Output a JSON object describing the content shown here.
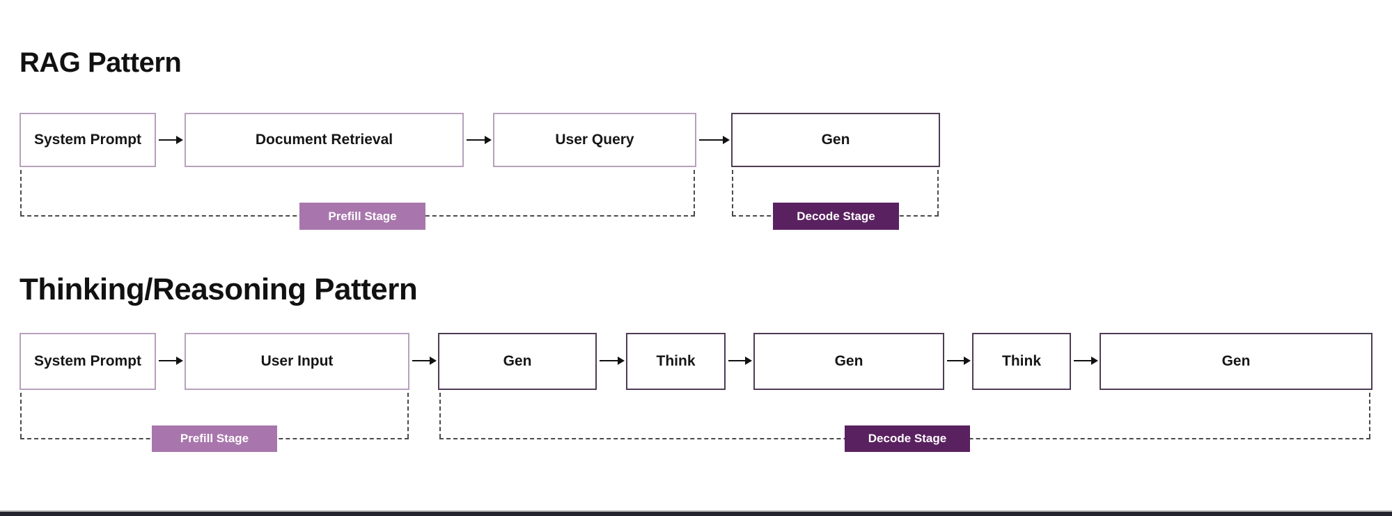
{
  "colors": {
    "page_bg": "#ffffff",
    "box_border_light": "#b7a0bc",
    "box_border_dark": "#4e3c55",
    "prefill_badge": "#a876ac",
    "decode_badge": "#5a2160",
    "badge_text": "#ffffff",
    "dashed_line": "#4a4a4a",
    "arrow": "#111111",
    "title_text": "#111111",
    "bottom_bar": "#23242e",
    "bottom_bar_edge": "#b3b3b3"
  },
  "diagrams": [
    {
      "title": "RAG Pattern",
      "boxes": [
        {
          "label": "System Prompt",
          "border": "light"
        },
        {
          "label": "Document Retrieval",
          "border": "light"
        },
        {
          "label": "User Query",
          "border": "light"
        },
        {
          "label": "Gen",
          "border": "dark"
        }
      ],
      "stages": [
        {
          "label": "Prefill Stage",
          "kind": "prefill"
        },
        {
          "label": "Decode Stage",
          "kind": "decode"
        }
      ]
    },
    {
      "title": "Thinking/Reasoning Pattern",
      "boxes": [
        {
          "label": "System Prompt",
          "border": "light"
        },
        {
          "label": "User Input",
          "border": "light"
        },
        {
          "label": "Gen",
          "border": "dark"
        },
        {
          "label": "Think",
          "border": "dark"
        },
        {
          "label": "Gen",
          "border": "dark"
        },
        {
          "label": "Think",
          "border": "dark"
        },
        {
          "label": "Gen",
          "border": "dark"
        }
      ],
      "stages": [
        {
          "label": "Prefill Stage",
          "kind": "prefill"
        },
        {
          "label": "Decode Stage",
          "kind": "decode"
        }
      ]
    }
  ]
}
